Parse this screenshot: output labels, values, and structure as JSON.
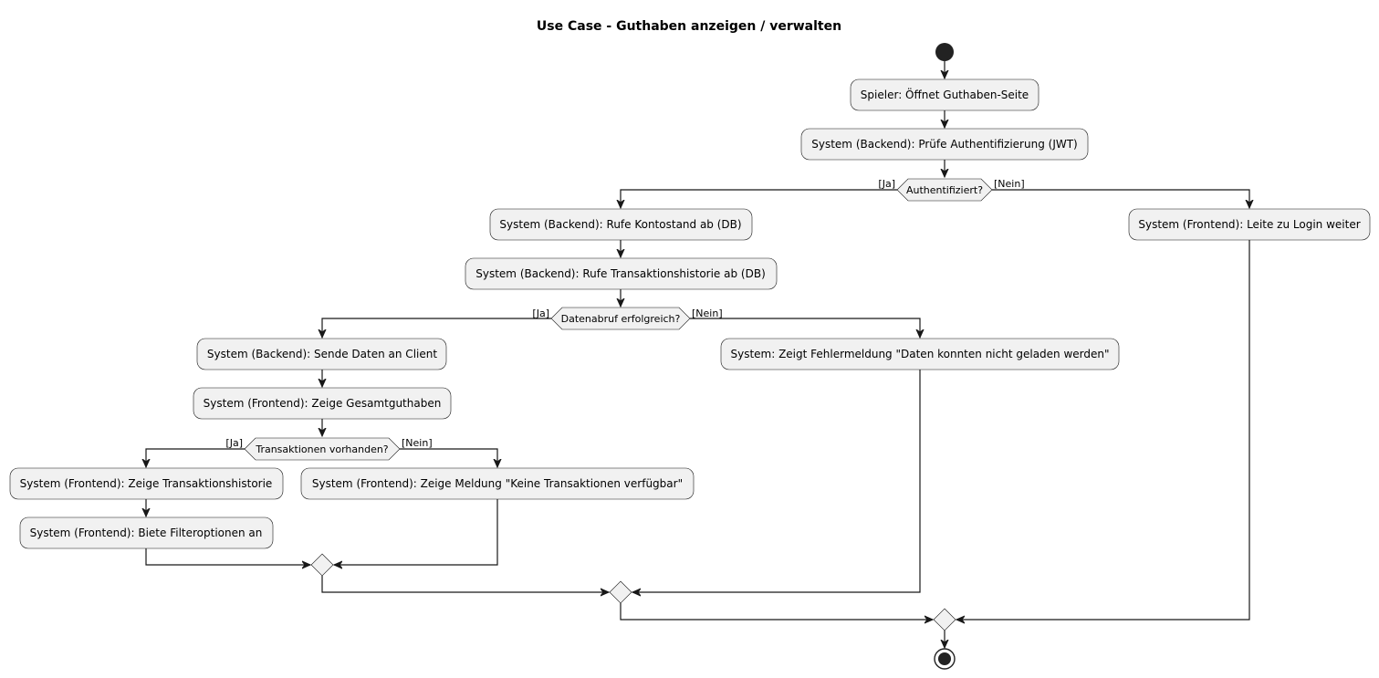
{
  "diagram": {
    "title": "Use Case - Guthaben anzeigen / verwalten",
    "activities": {
      "open_page": "Spieler: Öffnet Guthaben-Seite",
      "check_auth": "System (Backend): Prüfe Authentifizierung (JWT)",
      "get_balance": "System (Backend): Rufe Kontostand ab (DB)",
      "get_history": "System (Backend): Rufe Transaktionshistorie ab (DB)",
      "send_data": "System (Backend): Sende Daten an Client",
      "show_total": "System (Frontend): Zeige Gesamtguthaben",
      "show_history": "System (Frontend): Zeige Transaktionshistorie",
      "offer_filters": "System (Frontend): Biete Filteroptionen an",
      "no_transactions": "System (Frontend): Zeige Meldung \"Keine Transaktionen verfügbar\"",
      "data_error": "System: Zeigt Fehlermeldung \"Daten konnten nicht geladen werden\"",
      "redirect_login": "System (Frontend): Leite zu Login weiter"
    },
    "decisions": {
      "authenticated": "Authentifiziert?",
      "data_ok": "Datenabruf erfolgreich?",
      "has_transactions": "Transaktionen vorhanden?"
    },
    "guards": {
      "yes": "[Ja]",
      "no": "[Nein]"
    }
  }
}
